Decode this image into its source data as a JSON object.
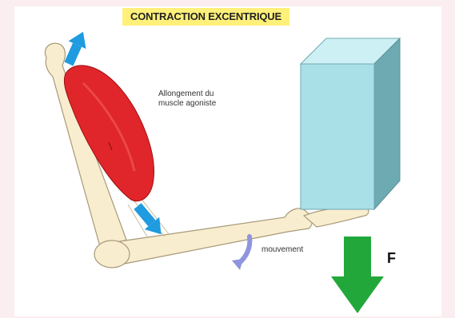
{
  "diagram": {
    "title": "CONTRACTION EXCENTRIQUE",
    "muscle_label_line1": "Allongement du",
    "muscle_label_line2": "muscle agoniste",
    "movement_label": "mouvement",
    "force_label": "F"
  },
  "colors": {
    "title_highlight": "#fff07a",
    "muscle": "#e0262a",
    "bone": "#f8edcf",
    "bone_outline": "#a89a78",
    "stretch_arrows": "#1f9be0",
    "movement_arrow": "#8f94de",
    "force_arrow": "#22a83a",
    "weight_front": "#a9dfe6",
    "weight_top": "#cdf0f4",
    "weight_side": "#6eaab2"
  },
  "icons": [
    "stretch-arrow-icon",
    "movement-arrow-icon",
    "force-arrow-icon"
  ]
}
